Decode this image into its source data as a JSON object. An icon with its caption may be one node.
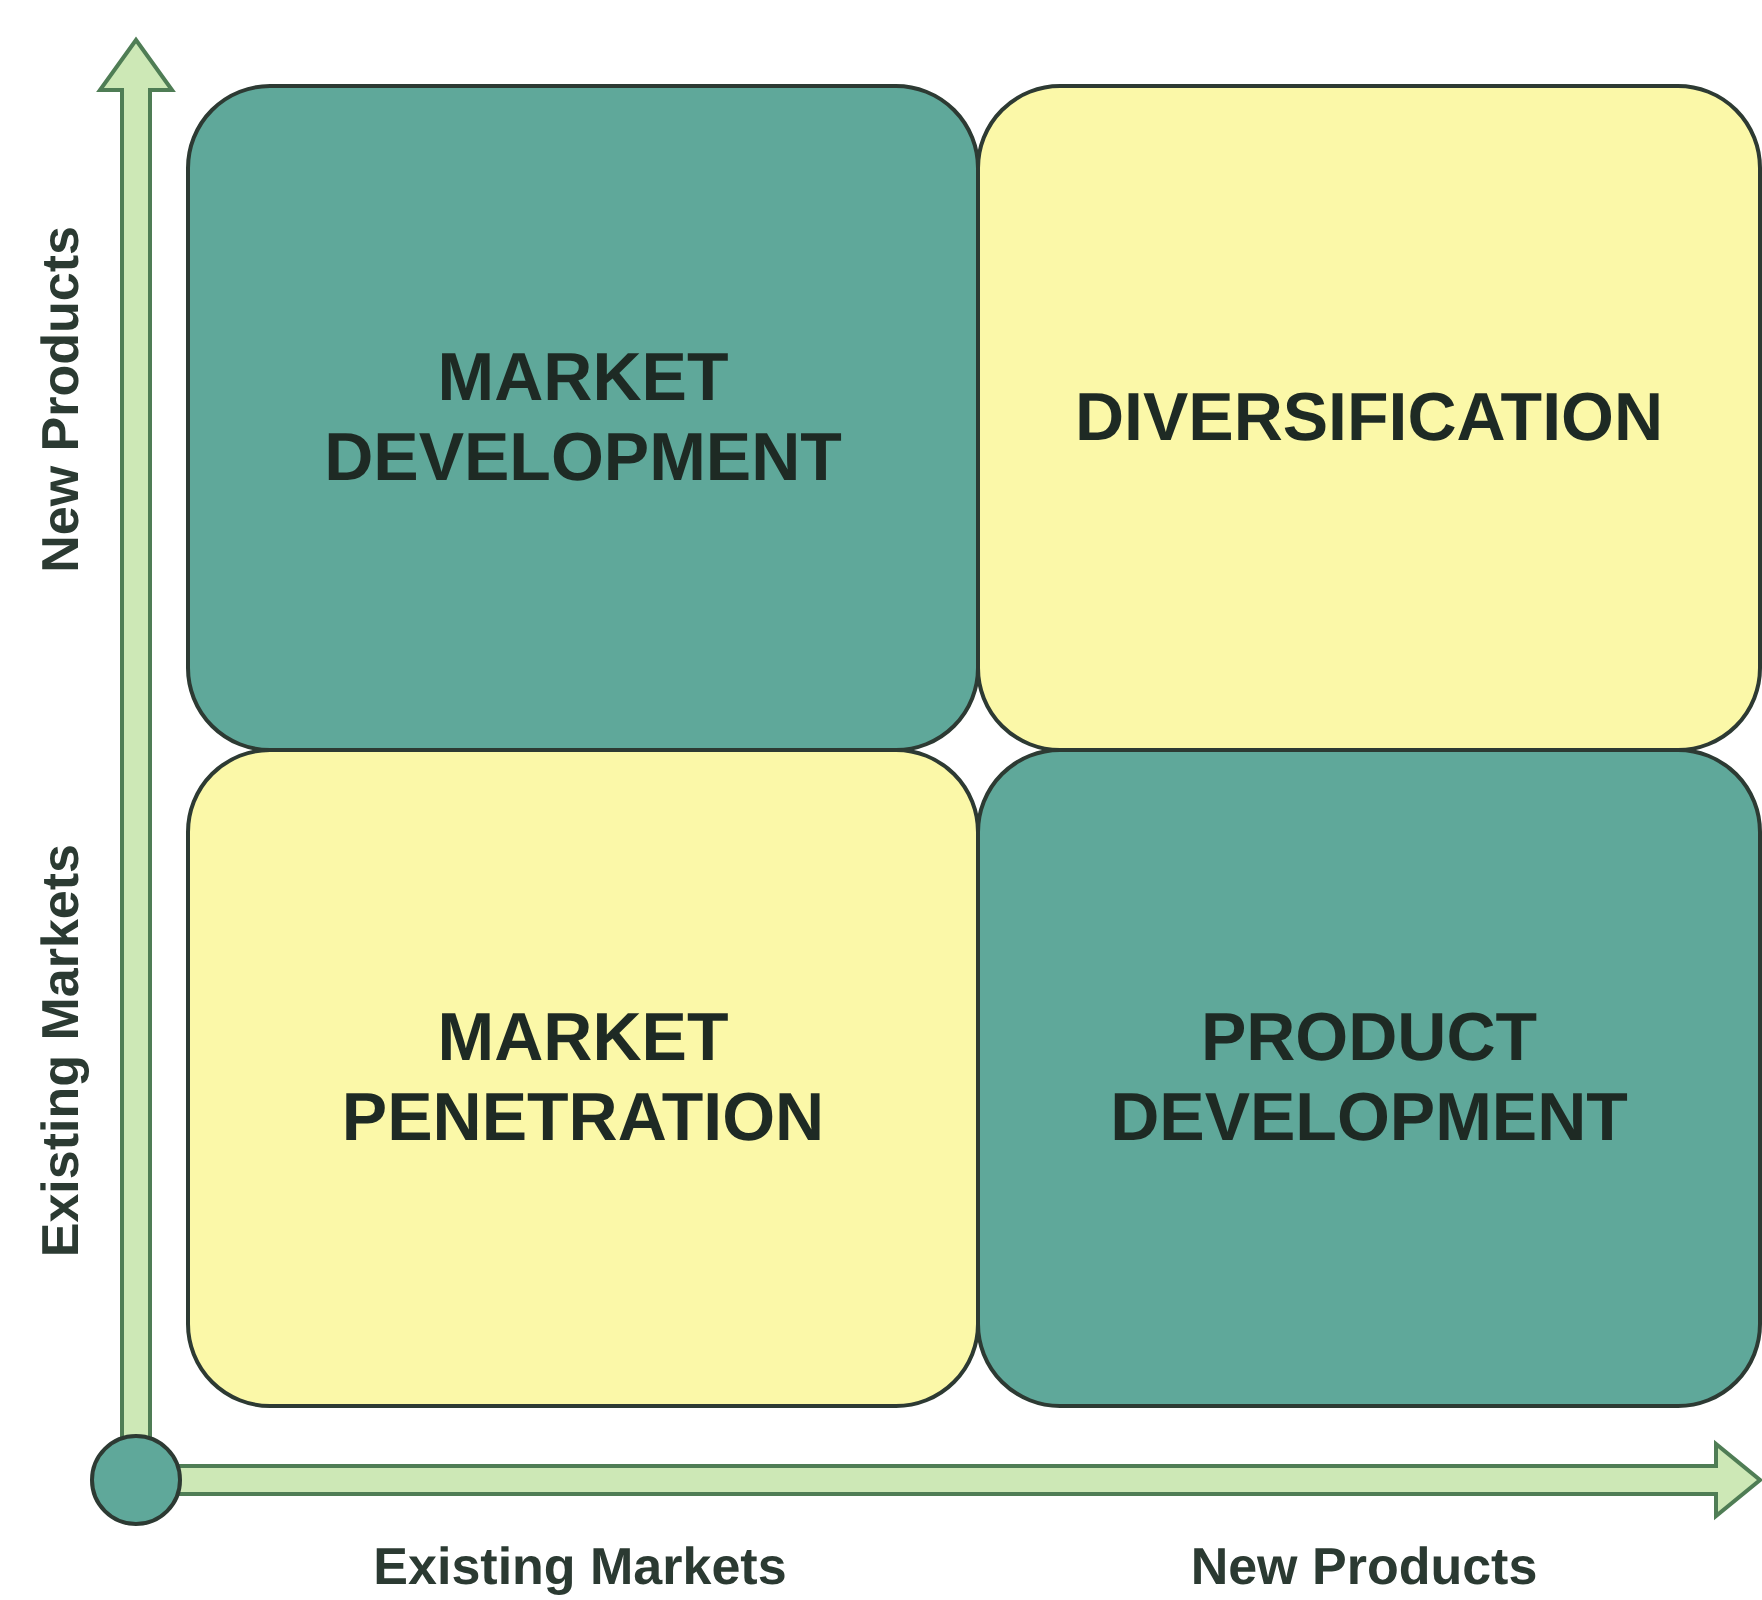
{
  "diagram": {
    "nodes": [
      {
        "text": [
          "MARKET DEVELOPMENT"
        ]
      },
      {
        "text": [
          "DIVERSIFICATION"
        ]
      },
      {
        "text": [
          "MARKET PENETRATION"
        ]
      },
      {
        "text": [
          "PRODUCT DEVELOPMENT"
        ]
      }
    ],
    "labels": [
      "New Products",
      "Existing Markets",
      "Existing Markets",
      "New Products"
    ]
  }
}
